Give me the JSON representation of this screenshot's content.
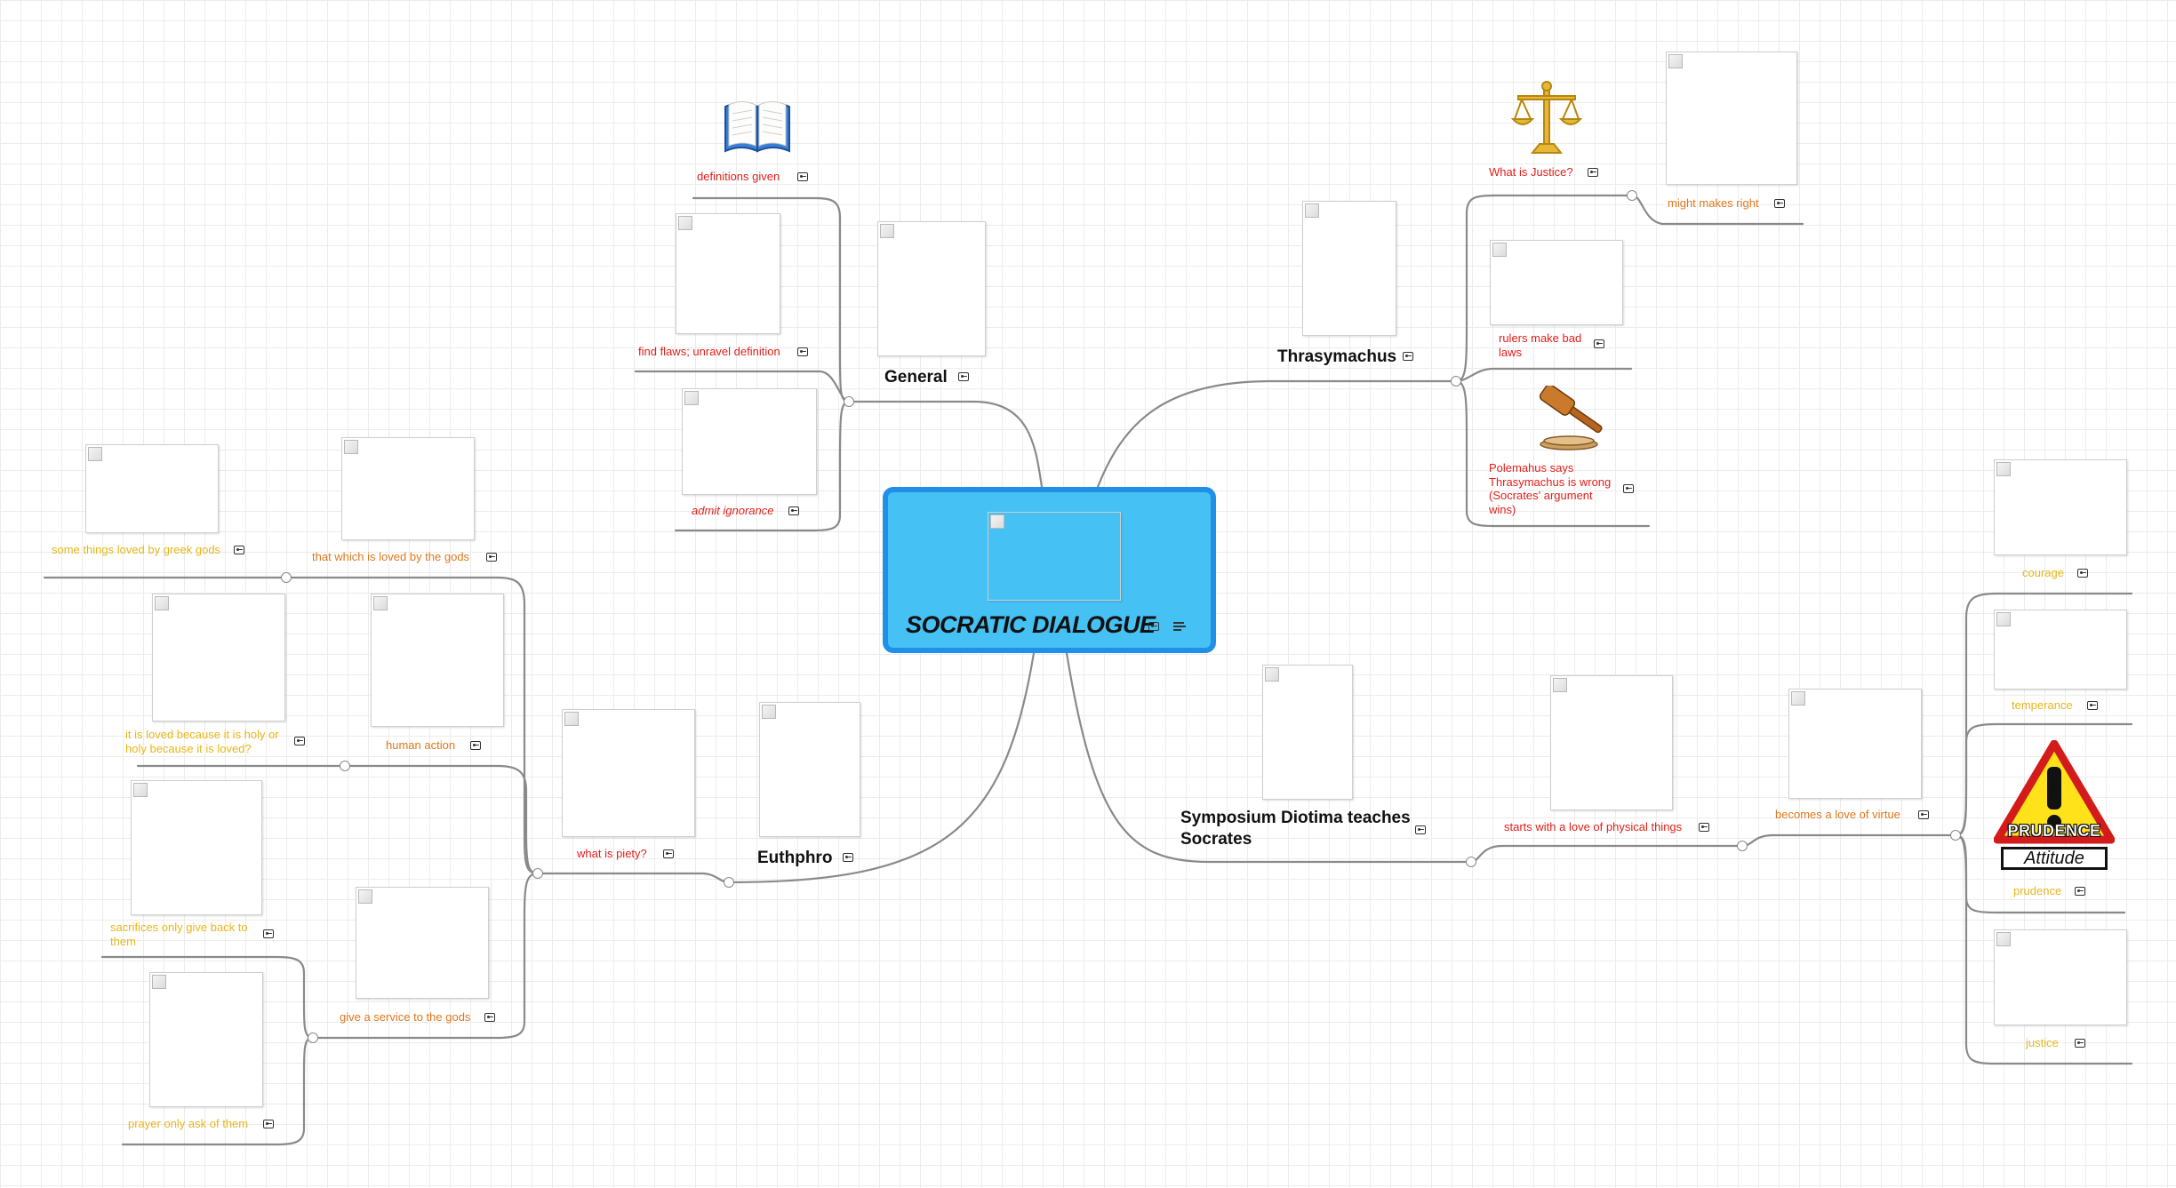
{
  "central": {
    "title": "SOCRATIC DIALOGUE",
    "image_icon": "image-icon",
    "notes_icon": "notes-icon"
  },
  "branches": {
    "general": {
      "label": "General",
      "children": {
        "definitions": "definitions given",
        "find_flaws": "find flaws; unravel definition",
        "admit": "admit ignorance"
      }
    },
    "euthphro": {
      "label": "Euthphro",
      "piety": "what is piety?",
      "piety_children": {
        "loved_by_gods": "that which is loved by the gods",
        "some_things": "some things loved by greek gods",
        "human_action": "human action",
        "holy_question": "it is loved because it is holy or holy because it is loved?",
        "service": "give a service to the gods",
        "sacrifices": "sacrifices only give back to them",
        "prayer": "prayer only ask of them"
      }
    },
    "thrasymachus": {
      "label": "Thrasymachus",
      "children": {
        "justice": "What is Justice?",
        "might": "might makes right",
        "rulers": "rulers make bad laws",
        "polemarchus": "Polemahus says Thrasymachus is wrong (Socrates' argument wins)"
      }
    },
    "symposium": {
      "label": "Symposium Diotima teaches Socrates",
      "starts": "starts with a love of physical things",
      "virtue": "becomes a love of virtue",
      "virtues": {
        "courage": "courage",
        "temperance": "temperance",
        "prudence": "prudence",
        "justice": "justice"
      },
      "prudence_sign": {
        "top": "PRUDENCE",
        "bottom": "Attitude"
      }
    }
  },
  "colors": {
    "central_fill": "#45c1f4",
    "central_border": "#1f8fe8",
    "red": "#e0201b",
    "orange": "#e0781b",
    "yellow": "#e8b61a",
    "line": "#8a8a8a"
  }
}
